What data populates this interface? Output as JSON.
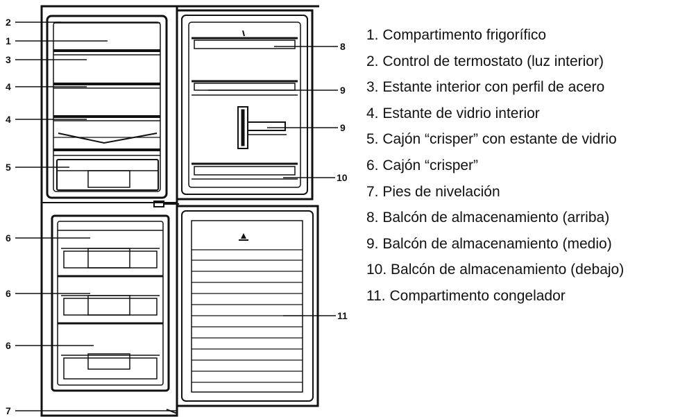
{
  "diagram": {
    "callouts": {
      "c2": "2",
      "c1": "1",
      "c3": "3",
      "c4a": "4",
      "c4b": "4",
      "c5": "5",
      "c6a": "6",
      "c6b": "6",
      "c6c": "6",
      "c7": "7",
      "c8": "8",
      "c9a": "9",
      "c9b": "9",
      "c10": "10",
      "c11": "11"
    },
    "legend": [
      "1. Compartimento frigorífico",
      "2. Control de termostato (luz interior)",
      "3. Estante interior con perfil de acero",
      "4. Estante de vidrio interior",
      "5. Cajón “crisper” con estante de vidrio",
      "6. Cajón “crisper”",
      "7. Pies de nivelación",
      "8. Balcón de almacenamiento (arriba)",
      "9. Balcón de almacenamiento (medio)",
      "10. Balcón de almacenamiento (debajo)",
      "11. Compartimento congelador"
    ]
  }
}
